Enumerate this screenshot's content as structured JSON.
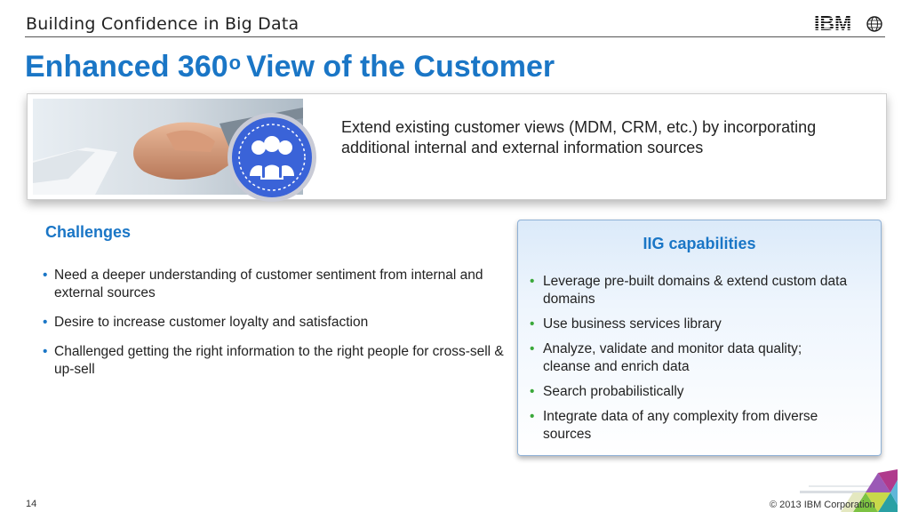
{
  "header": {
    "title": "Building Confidence in Big Data",
    "logo_text": "IBM"
  },
  "page": {
    "title_main": "Enhanced 360",
    "title_sup": "o",
    "title_rest": "View of the Customer"
  },
  "banner": {
    "text": "Extend existing customer views (MDM, CRM, etc.) by incorporating additional internal and external information sources"
  },
  "challenges": {
    "title": "Challenges",
    "bullet": "•",
    "items": [
      "Need a deeper understanding of customer sentiment from internal and external sources",
      "Desire to increase customer loyalty and satisfaction",
      "Challenged getting the right information to the right people for cross-sell & up-sell"
    ]
  },
  "capabilities": {
    "title": "IIG capabilities",
    "bullet": "•",
    "items": [
      "Leverage pre-built domains & extend custom data domains",
      "Use business services library",
      "Analyze, validate and monitor data quality; cleanse and enrich data",
      "Search probabilistically",
      "Integrate data of any complexity from diverse sources"
    ]
  },
  "footer": {
    "page_number": "14",
    "copyright": "© 2013 IBM Corporation"
  },
  "colors": {
    "accent_blue": "#1a76c6",
    "bullet_green": "#3aa83a"
  }
}
